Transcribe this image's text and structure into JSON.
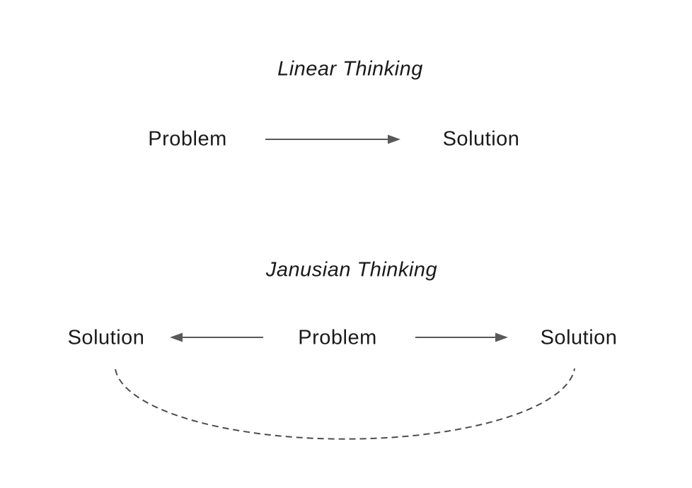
{
  "colors": {
    "text": "#1a1a1a",
    "arrow": "#595959",
    "curve": "#4d4d4d",
    "bg": "#ffffff"
  },
  "linear_section": {
    "title": "Linear Thinking",
    "problem_label": "Problem",
    "solution_label": "Solution"
  },
  "janusian_section": {
    "title": "Janusian Thinking",
    "solution_left_label": "Solution",
    "problem_label": "Problem",
    "solution_right_label": "Solution"
  }
}
